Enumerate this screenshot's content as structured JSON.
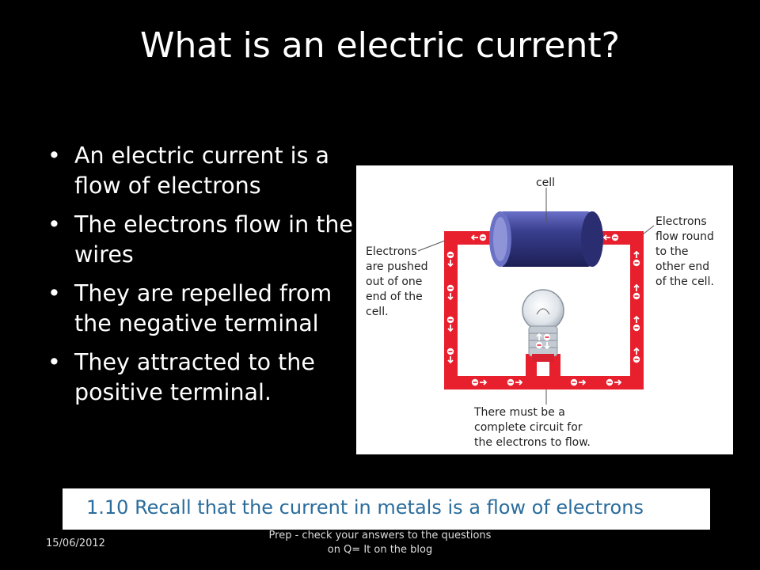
{
  "slide": {
    "title": "What is an electric current?",
    "bullets": [
      "An electric current is a flow of electrons",
      "The electrons flow in the wires",
      "They are repelled from the negative terminal",
      "They attracted to the positive terminal."
    ],
    "bullet_glyph": "•"
  },
  "diagram": {
    "cell_label": "cell",
    "left_note": [
      "Electrons",
      "are pushed",
      "out of one",
      "end of the",
      "cell."
    ],
    "right_note": [
      "Electrons",
      "flow round",
      "to the",
      "other end",
      "of the cell."
    ],
    "bottom_note": [
      "There must be a",
      "complete circuit for",
      "the electrons to flow."
    ],
    "colors": {
      "wire": "#e8202e",
      "cell_body": "#3a3f8f",
      "cell_dark": "#262a66",
      "marker_text": "#ffffff"
    }
  },
  "spec": {
    "text": "1.10 Recall that the current in metals is a flow of electrons",
    "color": "#2a6c9c"
  },
  "footer": {
    "date": "15/06/2012",
    "note_line1": "Prep - check your answers to the questions",
    "note_line2": "on Q= It on the blog"
  }
}
